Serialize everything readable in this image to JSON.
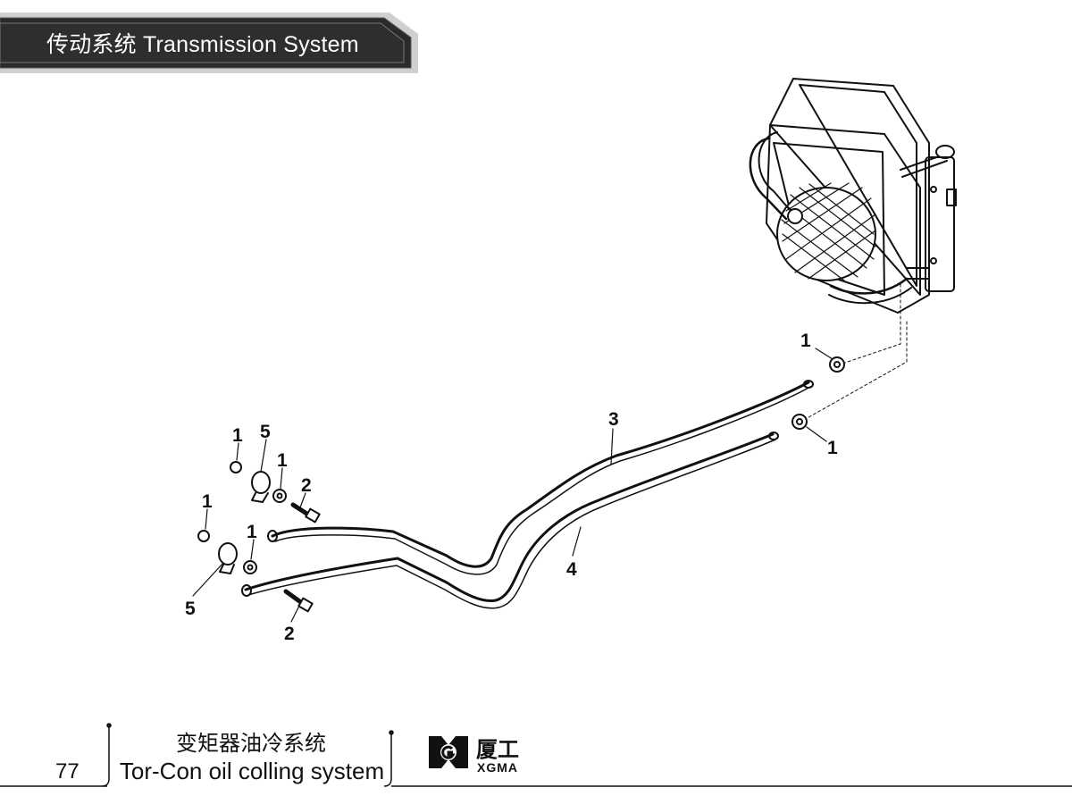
{
  "header": {
    "title": "传动系统  Transmission System"
  },
  "callouts": {
    "c1a": "1",
    "c1b": "1",
    "c1c": "1",
    "c1d": "1",
    "c1e": "1",
    "c1f": "1",
    "c2a": "2",
    "c2b": "2",
    "c3": "3",
    "c4": "4",
    "c5a": "5",
    "c5b": "5"
  },
  "footer": {
    "page_number": "77",
    "title_cn": "变矩器油冷系统",
    "title_en": "Tor-Con oil colling system",
    "brand_cn": "厦工",
    "brand_en": "XGMA"
  },
  "colors": {
    "header_bg": "#2a2a2a",
    "line": "#111111",
    "logo": "#111111"
  }
}
